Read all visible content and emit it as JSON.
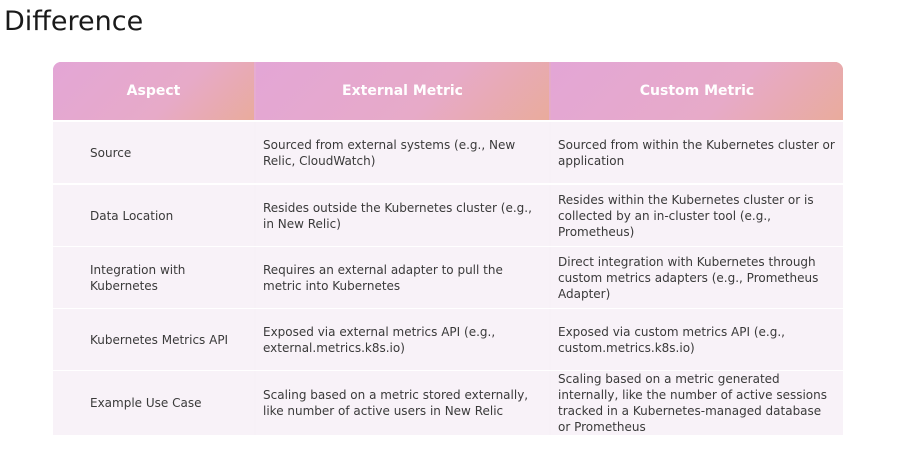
{
  "page": {
    "title": "Difference"
  },
  "table": {
    "headers": [
      "Aspect",
      "External Metric",
      "Custom Metric"
    ],
    "rows": [
      [
        "Source",
        "Sourced from external systems (e.g., New Relic, CloudWatch)",
        "Sourced from within the Kubernetes cluster or application"
      ],
      [
        "Data Location",
        "Resides outside the Kubernetes cluster (e.g., in New Relic)",
        "Resides within the Kubernetes cluster or is collected by an in-cluster tool (e.g., Prometheus)"
      ],
      [
        "Integration with Kubernetes",
        "Requires an external adapter to pull the metric into Kubernetes",
        "Direct integration with Kubernetes through custom metrics adapters (e.g., Prometheus Adapter)"
      ],
      [
        "Kubernetes Metrics API",
        "Exposed via external metrics API (e.g., external.metrics.k8s.io)",
        "Exposed via custom metrics API (e.g., custom.metrics.k8s.io)"
      ],
      [
        "Example Use Case",
        "Scaling based on a metric stored externally, like number of active users in New Relic",
        "Scaling based on a metric generated internally, like the number of active sessions tracked in a Kubernetes-managed database or Prometheus"
      ]
    ],
    "colors": {
      "header_gradient_start": "#e3a6d6",
      "header_gradient_end": "#e9ab9c",
      "row_background": "#f8f2f8",
      "header_text": "#ffffff"
    }
  }
}
